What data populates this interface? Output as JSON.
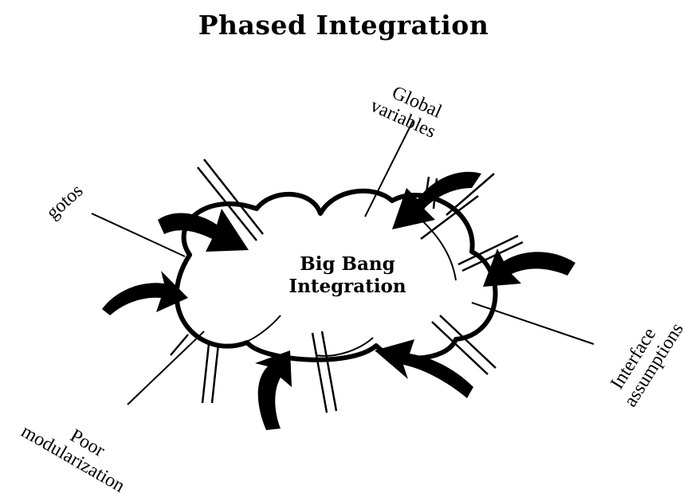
{
  "title": "Phased Integration",
  "center": {
    "line1": "Big Bang",
    "line2": "Integration"
  },
  "labels": {
    "global_line1": "Global",
    "global_line2": "variables",
    "gotos": "gotos",
    "interface_line1": "Interface",
    "interface_line2": "assumptions",
    "poor_line1": "Poor",
    "poor_line2": "modularization"
  },
  "colors": {
    "ink": "#000000",
    "background": "#ffffff"
  }
}
